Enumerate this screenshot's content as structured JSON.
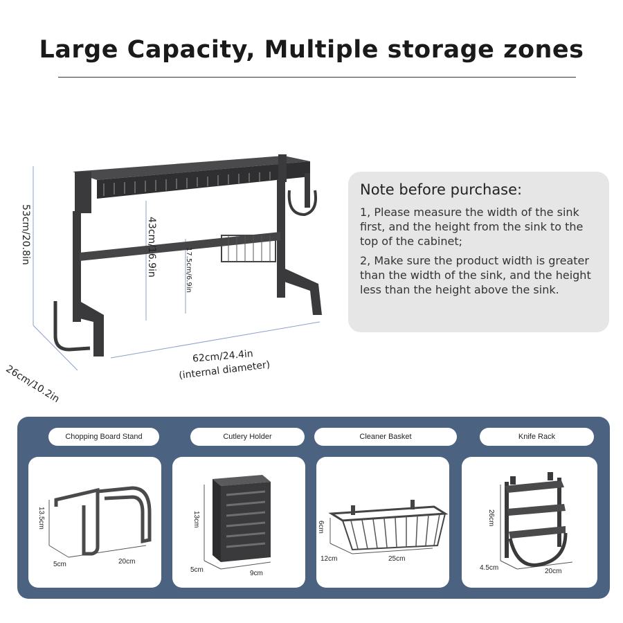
{
  "title": "Large Capacity, Multiple storage zones",
  "dimensions": {
    "height_total": "53cm/20.8in",
    "depth": "26cm/10.2in",
    "clearance": "43cm/16.9in",
    "basket_drop": "17.5cm/6.9in",
    "width": "62cm/24.4in",
    "width_note": "(internal diameter)"
  },
  "note": {
    "title": "Note before purchase:",
    "items": [
      "1, Please measure the width of the sink first, and the height from the sink to the top of the cabinet;",
      "2, Make sure the product width is greater than the width of the sink, and the height less than the height above the sink."
    ]
  },
  "accessories": [
    {
      "label": "Chopping Board Stand",
      "h": "13.5cm",
      "d": "5cm",
      "w": "20cm"
    },
    {
      "label": "Cutlery Holder",
      "h": "13cm",
      "d": "5cm",
      "w": "9cm"
    },
    {
      "label": "Cleaner Basket",
      "h": "6cm",
      "d": "12cm",
      "w": "25cm"
    },
    {
      "label": "Knife Rack",
      "h": "26cm",
      "d": "4.5cm",
      "w": "20cm"
    }
  ],
  "colors": {
    "panel": "#4b6381",
    "rack": "#3a3a3c",
    "note_bg": "#e6e6e6",
    "dim_line": "#8aa0c8"
  }
}
